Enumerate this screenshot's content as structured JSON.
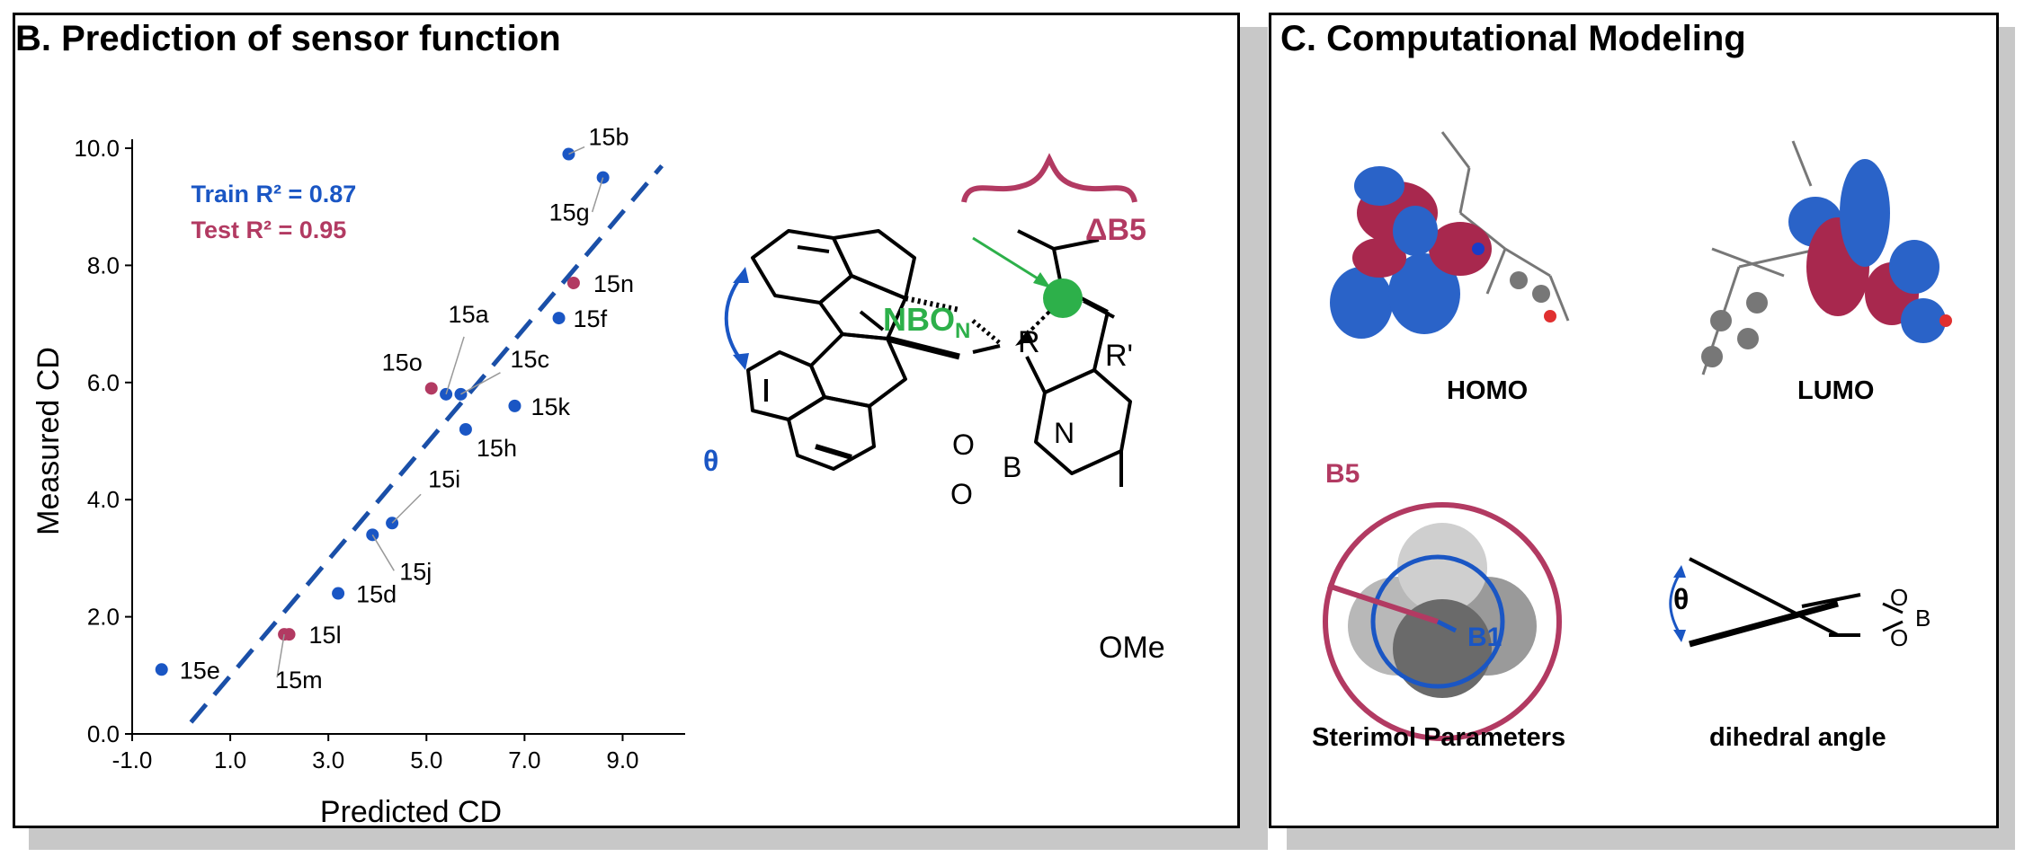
{
  "panel_b": {
    "title": "B. Prediction of sensor function",
    "chart_data": {
      "type": "scatter",
      "xlabel": "Predicted CD",
      "ylabel": "Measured CD",
      "xlim": [
        -1.0,
        10.0
      ],
      "ylim": [
        0.0,
        10.0
      ],
      "xticks": [
        "-1.0",
        "1.0",
        "3.0",
        "5.0",
        "7.0",
        "9.0"
      ],
      "yticks": [
        "0.0",
        "2.0",
        "4.0",
        "6.0",
        "8.0",
        "10.0"
      ],
      "annotations": [
        {
          "text": "Train R² = 0.87",
          "color": "#1a56c4"
        },
        {
          "text": "Test R² = 0.95",
          "color": "#b23a62"
        }
      ],
      "fit_line": {
        "x": [
          0.2,
          9.8
        ],
        "y": [
          0.2,
          9.7
        ],
        "style": "dashed",
        "color": "#1a4fa8"
      },
      "series": [
        {
          "color": "#1a56c4",
          "points": [
            {
              "label": "15b",
              "x": 7.9,
              "y": 9.9
            },
            {
              "label": "15g",
              "x": 8.6,
              "y": 9.5
            },
            {
              "label": "15f",
              "x": 7.7,
              "y": 7.1
            },
            {
              "label": "15a",
              "x": 5.4,
              "y": 5.8
            },
            {
              "label": "15c",
              "x": 5.7,
              "y": 5.8
            },
            {
              "label": "15k",
              "x": 6.8,
              "y": 5.6
            },
            {
              "label": "15h",
              "x": 5.8,
              "y": 5.2
            },
            {
              "label": "15i",
              "x": 4.3,
              "y": 3.6
            },
            {
              "label": "15j",
              "x": 3.9,
              "y": 3.4
            },
            {
              "label": "15d",
              "x": 3.2,
              "y": 2.4
            },
            {
              "label": "15e",
              "x": -0.4,
              "y": 1.1
            }
          ]
        },
        {
          "color": "#b23a62",
          "points": [
            {
              "label": "15n",
              "x": 8.0,
              "y": 7.7
            },
            {
              "label": "15o",
              "x": 5.1,
              "y": 5.9
            },
            {
              "label": "15l",
              "x": 2.2,
              "y": 1.7
            },
            {
              "label": "15m",
              "x": 2.1,
              "y": 1.7
            }
          ]
        }
      ]
    },
    "structure": {
      "delta_label": "ΔB5",
      "nbo_label": "NBO",
      "nbo_sub": "N",
      "theta_label": "θ",
      "r_label": "R",
      "rprime_label": "R'",
      "o1": "O",
      "o2": "O",
      "b": "B",
      "n": "N",
      "ome": "OMe"
    }
  },
  "panel_c": {
    "title": "C. Computational Modeling",
    "homo_label": "HOMO",
    "lumo_label": "LUMO",
    "b5_label": "B5",
    "b1_label": "B1",
    "sterimol_label": "Sterimol Parameters",
    "dihedral_label": "dihedral angle",
    "theta_label": "θ",
    "dihedral_o1": "O",
    "dihedral_o2": "O",
    "dihedral_b": "B"
  },
  "colors": {
    "blue": "#1a56c4",
    "magenta": "#b23a62",
    "green": "#2db04a",
    "orbital_blue": "#2a63c8",
    "orbital_red": "#a8284e"
  }
}
